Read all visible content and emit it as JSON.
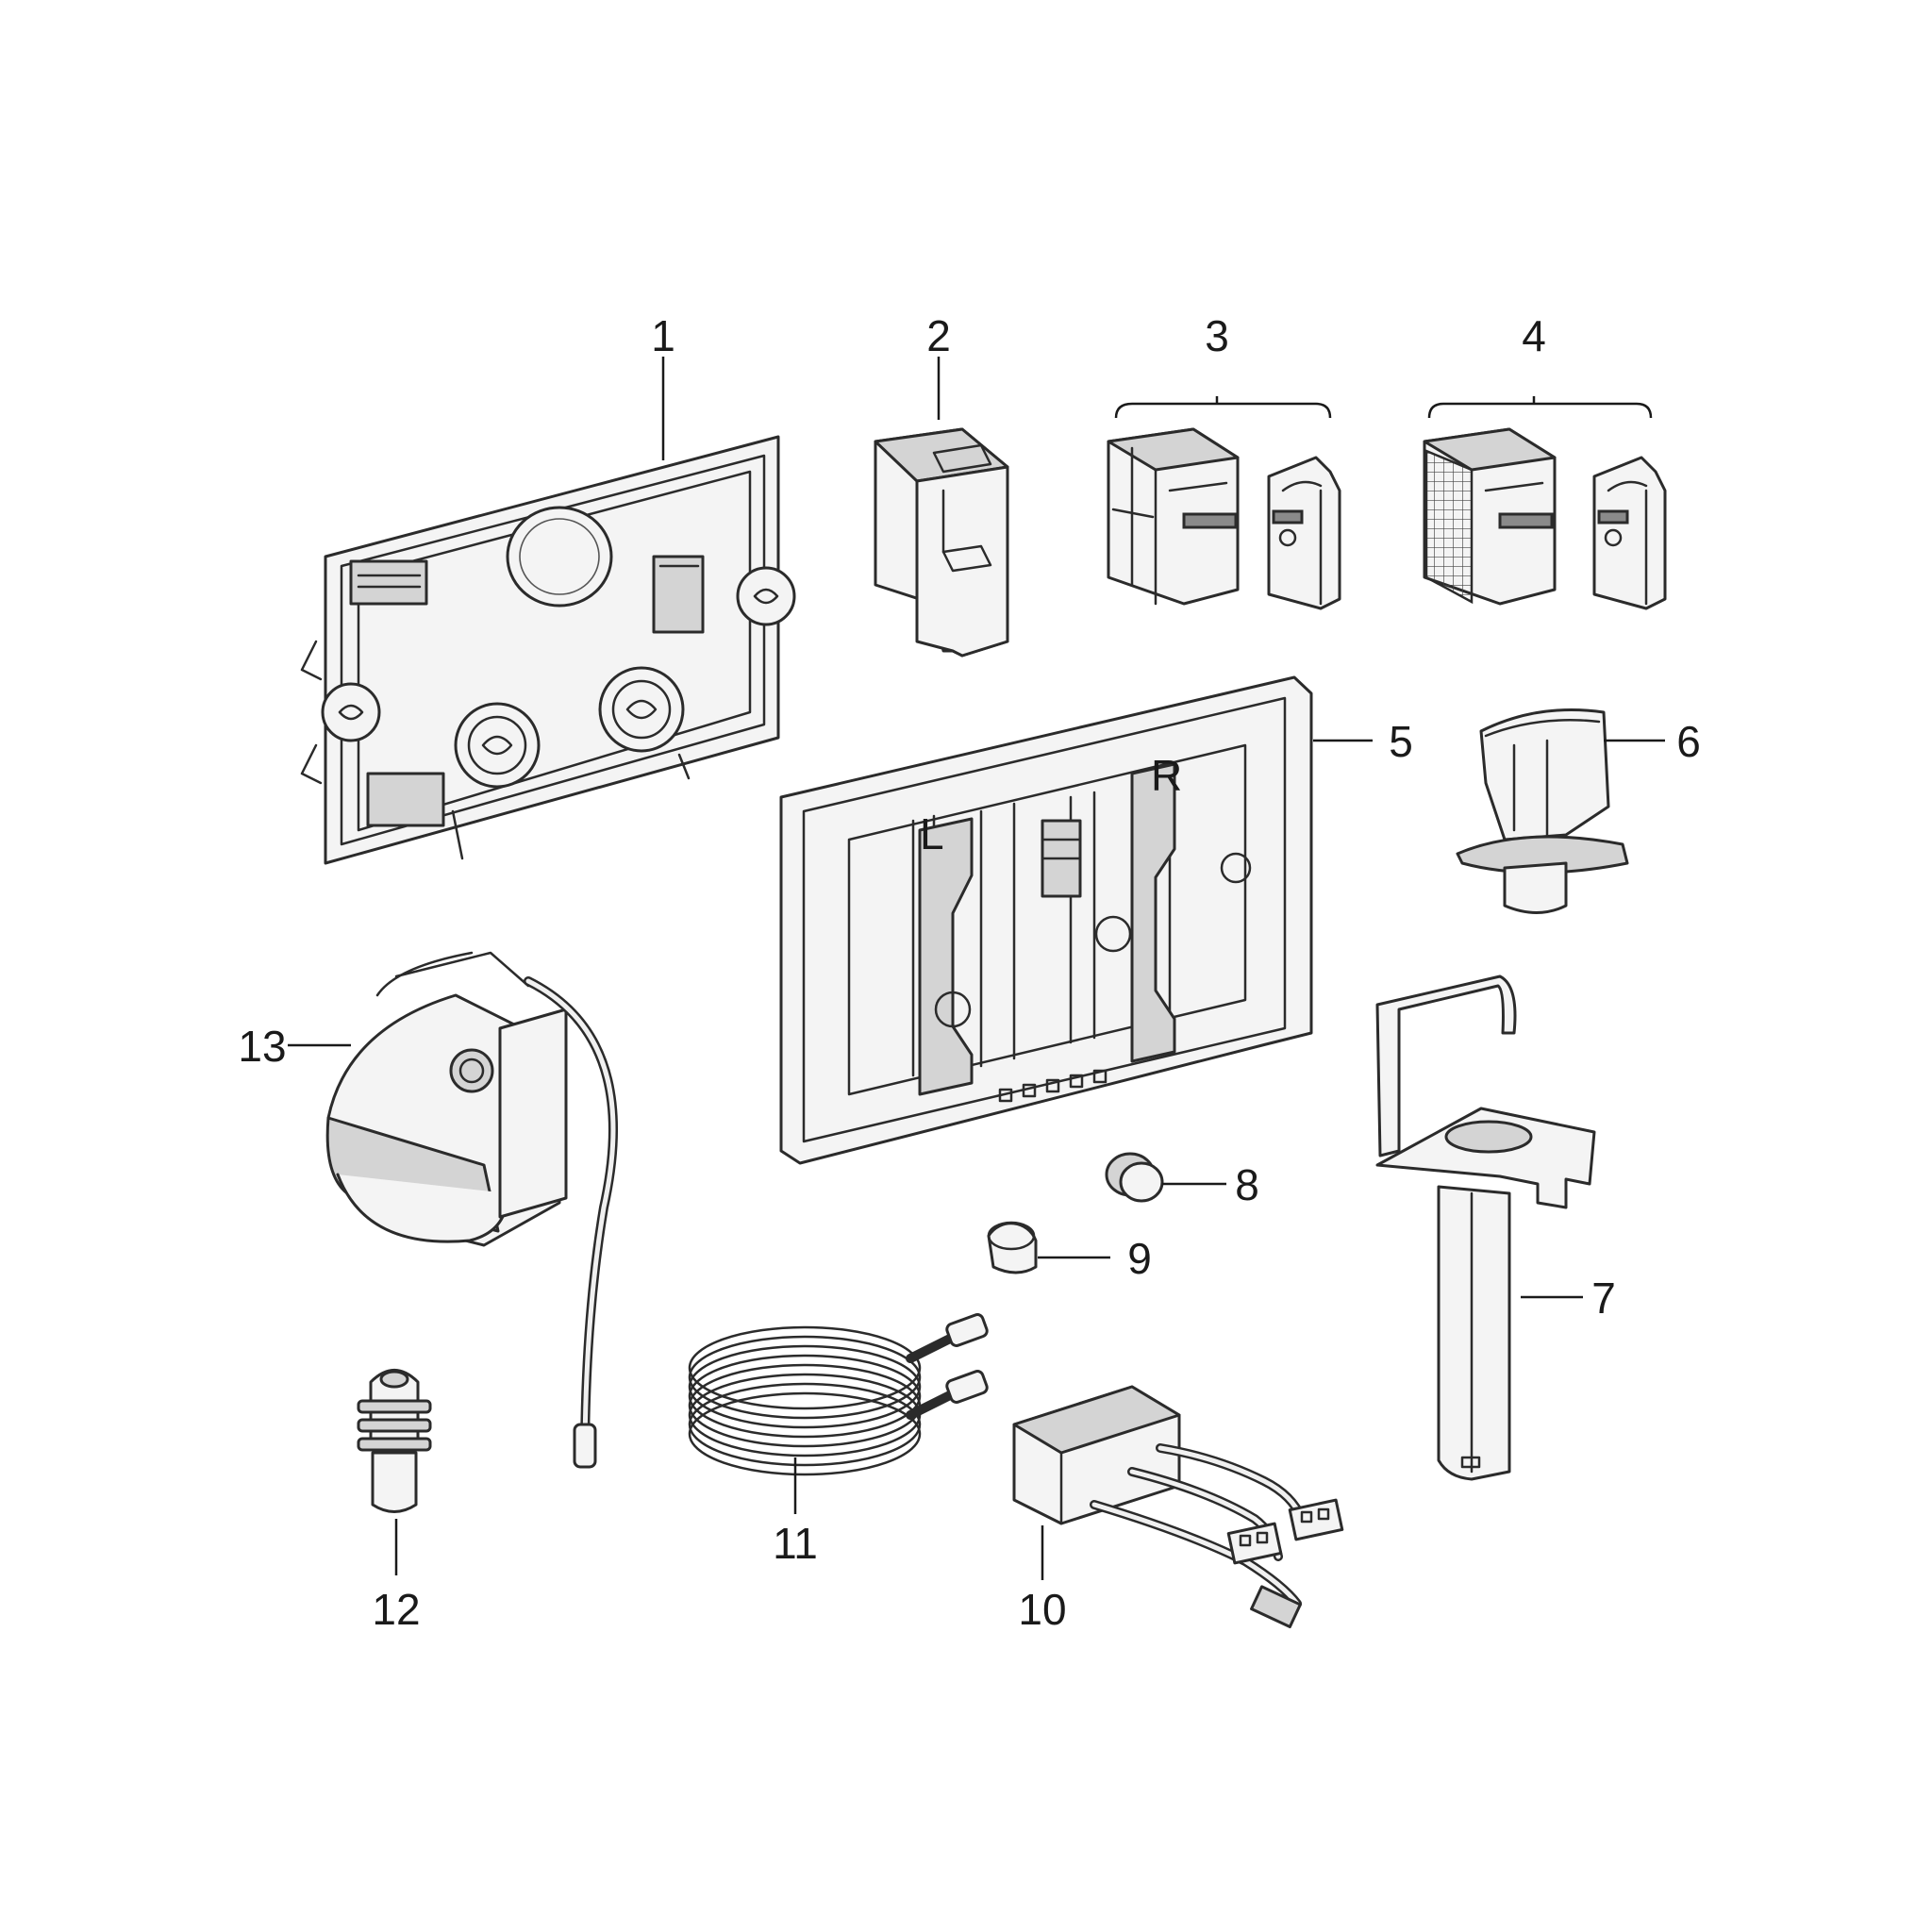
{
  "parts": [
    {
      "number": "1",
      "icon": "mounting-plate-icon"
    },
    {
      "number": "2",
      "icon": "module-housing-icon"
    },
    {
      "number": "3",
      "icon": "cartridge-set-icon"
    },
    {
      "number": "4",
      "icon": "filter-cartridge-set-icon"
    },
    {
      "number": "5",
      "icon": "actuator-frame-icon"
    },
    {
      "number": "6",
      "icon": "cup-holder-icon"
    },
    {
      "number": "7",
      "icon": "bracket-stand-icon"
    },
    {
      "number": "8",
      "icon": "plug-cap-icon"
    },
    {
      "number": "9",
      "icon": "end-cap-icon"
    },
    {
      "number": "10",
      "icon": "power-supply-icon"
    },
    {
      "number": "11",
      "icon": "coiled-cable-icon"
    },
    {
      "number": "12",
      "icon": "valve-insert-icon"
    },
    {
      "number": "13",
      "icon": "motor-unit-icon"
    }
  ],
  "frame_markings": {
    "left": "L",
    "right": "R"
  },
  "colors": {
    "line": "#2b2b2b",
    "fill": "#f4f4f4",
    "accent_fill": "#d4d4d4",
    "background": "#ffffff"
  }
}
